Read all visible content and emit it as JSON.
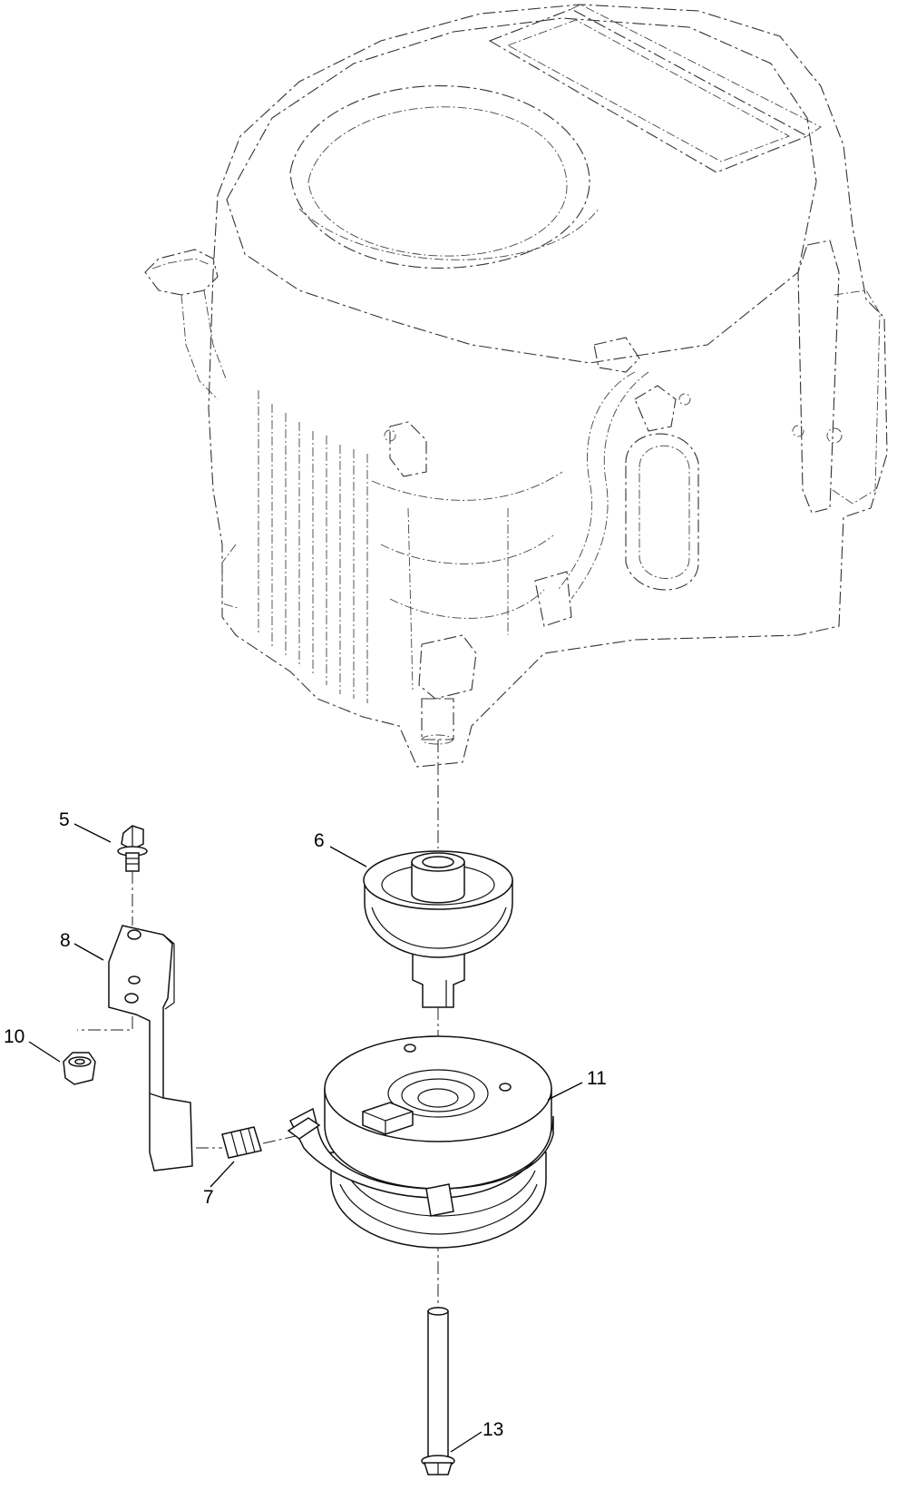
{
  "callouts": {
    "c5": "5",
    "c6": "6",
    "c8": "8",
    "c10": "10",
    "c11": "11",
    "c7": "7",
    "c13": "13"
  },
  "parts": {
    "engine": "engine-ghost-outline",
    "pulley": "pulley",
    "bracket": "clutch-bracket",
    "bolt_small": "bolt",
    "nut": "flange-nut",
    "spacer": "spacer",
    "clutch": "electric-clutch",
    "bolt_long": "clutch-bolt"
  },
  "colors": {
    "line": "#111111",
    "background": "#ffffff"
  }
}
